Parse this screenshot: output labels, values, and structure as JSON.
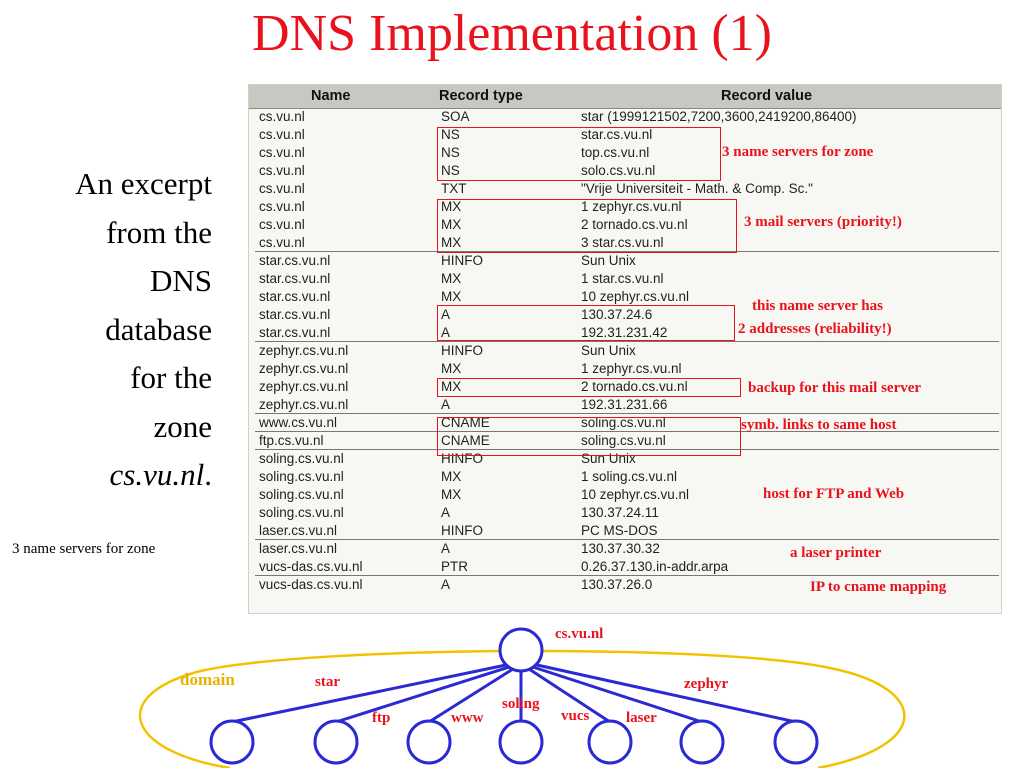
{
  "title": "DNS Implementation (1)",
  "excerpt": {
    "lines": [
      "An excerpt",
      "from the",
      "DNS",
      "database",
      "for the",
      "zone"
    ],
    "zone_name": "cs.vu.nl",
    "trailing": "."
  },
  "side_note": "3 name servers for zone",
  "table": {
    "headers": [
      "Name",
      "Record type",
      "Record value"
    ],
    "rows": [
      [
        "cs.vu.nl",
        "SOA",
        "star (1999121502,7200,3600,2419200,86400)"
      ],
      [
        "cs.vu.nl",
        "NS",
        "star.cs.vu.nl"
      ],
      [
        "cs.vu.nl",
        "NS",
        "top.cs.vu.nl"
      ],
      [
        "cs.vu.nl",
        "NS",
        "solo.cs.vu.nl"
      ],
      [
        "cs.vu.nl",
        "TXT",
        "\"Vrije Universiteit - Math. & Comp. Sc.\""
      ],
      [
        "cs.vu.nl",
        "MX",
        "1 zephyr.cs.vu.nl"
      ],
      [
        "cs.vu.nl",
        "MX",
        "2 tornado.cs.vu.nl"
      ],
      [
        "cs.vu.nl",
        "MX",
        "3 star.cs.vu.nl"
      ],
      [
        "star.cs.vu.nl",
        "HINFO",
        "Sun Unix"
      ],
      [
        "star.cs.vu.nl",
        "MX",
        "1 star.cs.vu.nl"
      ],
      [
        "star.cs.vu.nl",
        "MX",
        "10 zephyr.cs.vu.nl"
      ],
      [
        "star.cs.vu.nl",
        "A",
        "130.37.24.6"
      ],
      [
        "star.cs.vu.nl",
        "A",
        "192.31.231.42"
      ],
      [
        "zephyr.cs.vu.nl",
        "HINFO",
        "Sun Unix"
      ],
      [
        "zephyr.cs.vu.nl",
        "MX",
        "1 zephyr.cs.vu.nl"
      ],
      [
        "zephyr.cs.vu.nl",
        "MX",
        "2 tornado.cs.vu.nl"
      ],
      [
        "zephyr.cs.vu.nl",
        "A",
        "192.31.231.66"
      ],
      [
        "www.cs.vu.nl",
        "CNAME",
        "soling.cs.vu.nl"
      ],
      [
        "ftp.cs.vu.nl",
        "CNAME",
        "soling.cs.vu.nl"
      ],
      [
        "soling.cs.vu.nl",
        "HINFO",
        "Sun Unix"
      ],
      [
        "soling.cs.vu.nl",
        "MX",
        "1 soling.cs.vu.nl"
      ],
      [
        "soling.cs.vu.nl",
        "MX",
        "10 zephyr.cs.vu.nl"
      ],
      [
        "soling.cs.vu.nl",
        "A",
        "130.37.24.11"
      ],
      [
        "laser.cs.vu.nl",
        "HINFO",
        "PC MS-DOS"
      ],
      [
        "laser.cs.vu.nl",
        "A",
        "130.37.30.32"
      ],
      [
        "vucs-das.cs.vu.nl",
        "PTR",
        "0.26.37.130.in-addr.arpa"
      ],
      [
        "vucs-das.cs.vu.nl",
        "A",
        "130.37.26.0"
      ]
    ]
  },
  "annotations": [
    "3 name servers for zone",
    "3 mail servers (priority!)",
    "this name server has",
    "2 addresses (reliability!)",
    "backup for this mail server",
    "symb. links to same host",
    "host for FTP and Web",
    "a laser printer",
    "IP to cname mapping"
  ],
  "tree": {
    "root": "cs.vu.nl",
    "domain": "domain",
    "children": [
      "star",
      "ftp",
      "www",
      "soling",
      "vucs",
      "laser",
      "zephyr"
    ]
  },
  "colors": {
    "accent_red": "#e8131c",
    "domain_yellow": "#f2c200",
    "tree_blue": "#2a2ad4"
  }
}
